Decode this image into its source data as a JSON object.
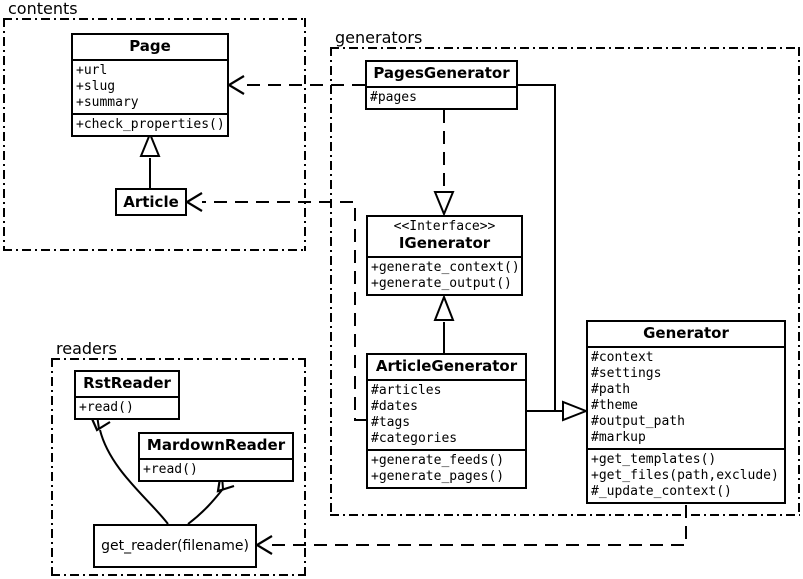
{
  "diagram": {
    "type": "uml-class-diagram",
    "packages": [
      {
        "id": "contents",
        "label": "contents"
      },
      {
        "id": "generators",
        "label": "generators"
      },
      {
        "id": "readers",
        "label": "readers"
      }
    ]
  },
  "classes": {
    "page": {
      "name": "Page",
      "attributes": [
        "+url",
        "+slug",
        "+summary"
      ],
      "methods": [
        "+check_properties()"
      ]
    },
    "article": {
      "name": "Article",
      "attributes": [],
      "methods": []
    },
    "pages_generator": {
      "name": "PagesGenerator",
      "attributes": [
        "#pages"
      ],
      "methods": []
    },
    "igenerator": {
      "stereotype": "<<Interface>>",
      "name": "IGenerator",
      "attributes": [],
      "methods": [
        "+generate_context()",
        "+generate_output()"
      ]
    },
    "article_generator": {
      "name": "ArticleGenerator",
      "attributes": [
        "#articles",
        "#dates",
        "#tags",
        "#categories"
      ],
      "methods": [
        "+generate_feeds()",
        "+generate_pages()"
      ]
    },
    "generator": {
      "name": "Generator",
      "attributes": [
        "#context",
        "#settings",
        "#path",
        "#theme",
        "#output_path",
        "#markup"
      ],
      "methods": [
        "+get_templates()",
        "+get_files(path,exclude)",
        "#_update_context()"
      ]
    },
    "rst_reader": {
      "name": "RstReader",
      "attributes": [],
      "methods": [
        "+read()"
      ]
    },
    "mardown_reader": {
      "name": "MardownReader",
      "attributes": [],
      "methods": [
        "+read()"
      ]
    },
    "get_reader": {
      "name": "get_reader(filename)"
    }
  },
  "relations": [
    {
      "kind": "generalization",
      "from": "Article",
      "to": "Page"
    },
    {
      "kind": "realization",
      "from": "PagesGenerator",
      "to": "IGenerator"
    },
    {
      "kind": "generalization",
      "from": "ArticleGenerator",
      "to": "IGenerator"
    },
    {
      "kind": "generalization",
      "from": "PagesGenerator",
      "to": "Generator"
    },
    {
      "kind": "generalization",
      "from": "ArticleGenerator",
      "to": "Generator"
    },
    {
      "kind": "dependency",
      "from": "PagesGenerator",
      "to": "Page"
    },
    {
      "kind": "dependency",
      "from": "ArticleGenerator",
      "to": "Article"
    },
    {
      "kind": "dependency",
      "from": "Generator",
      "to": "get_reader(filename)"
    },
    {
      "kind": "dependency",
      "from": "get_reader(filename)",
      "to": "RstReader"
    },
    {
      "kind": "dependency",
      "from": "get_reader(filename)",
      "to": "MardownReader"
    }
  ],
  "colors": {
    "stroke": "#000000",
    "background": "#ffffff"
  }
}
